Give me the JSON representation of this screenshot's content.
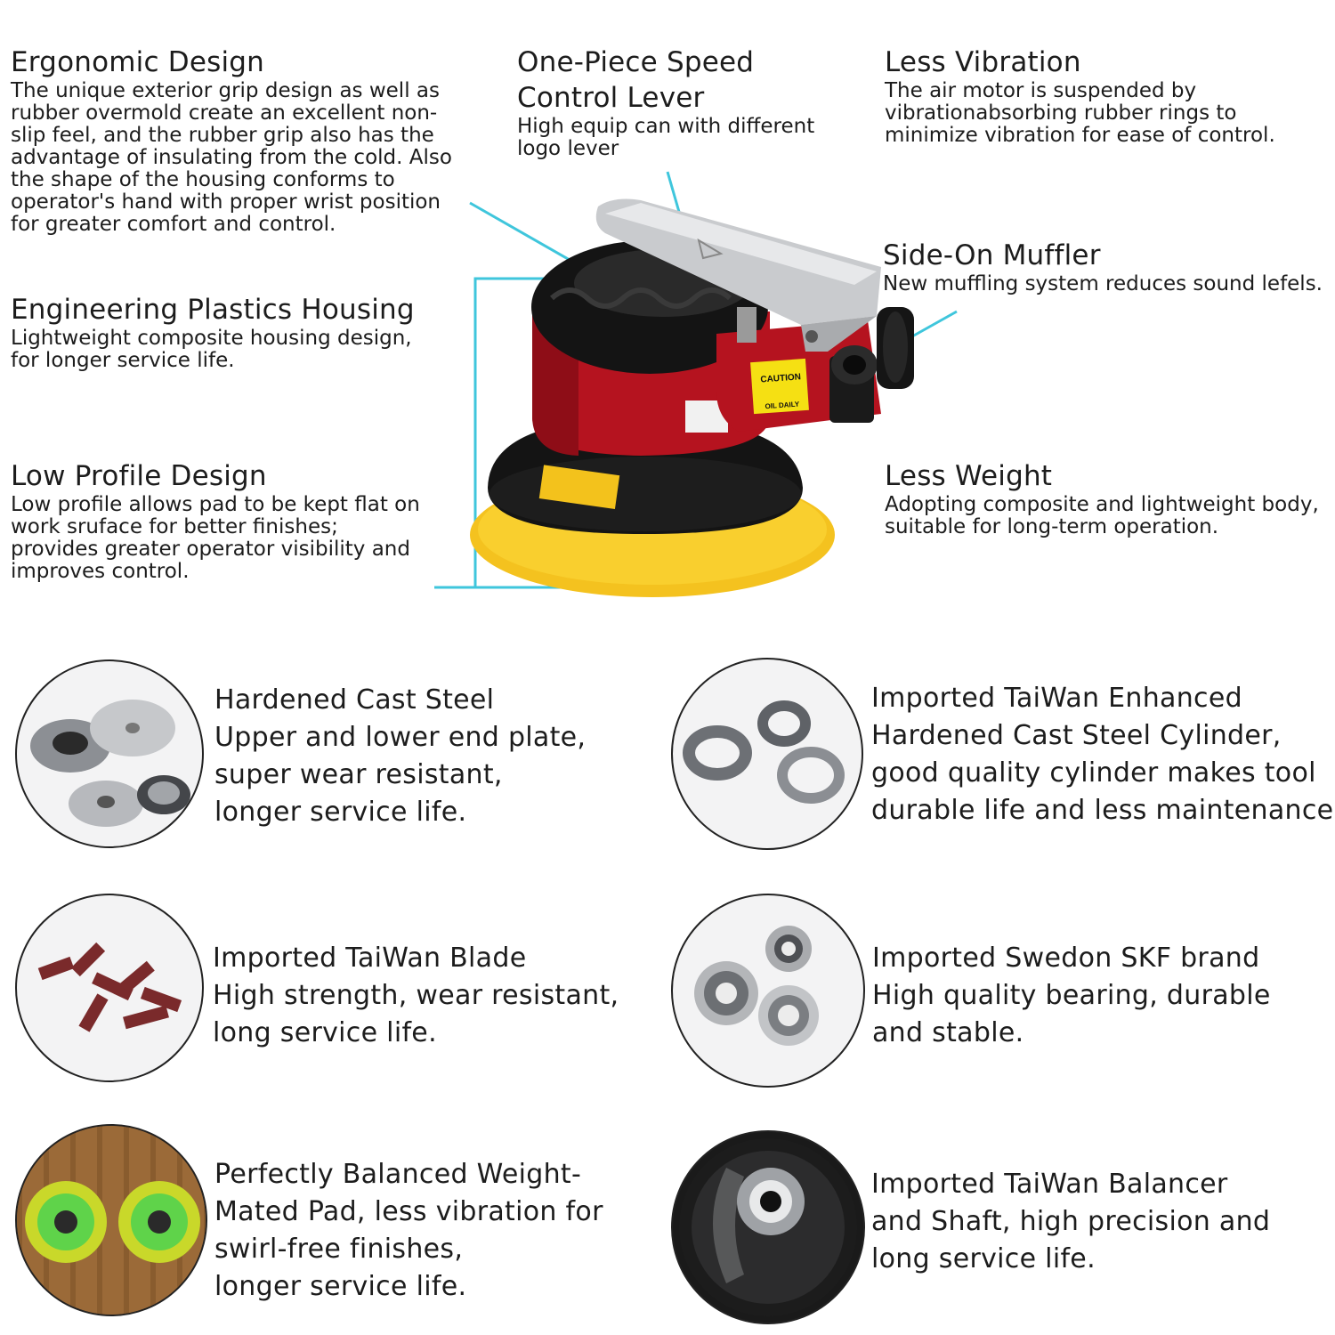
{
  "features": {
    "ergonomic": {
      "title": "Ergonomic Design",
      "desc": "The unique exterior grip design as well as rubber overmold create an excellent non-slip feel, and the rubber grip also has the advantage of insulating from the cold. Also the shape of the housing conforms to operator's hand with proper wrist position for greater comfort and control."
    },
    "speed_lever": {
      "title_line1": "One-Piece Speed",
      "title_line2": "Control Lever",
      "desc": "High equip can with different logo lever"
    },
    "less_vibration": {
      "title": "Less Vibration",
      "desc": "The air motor is suspended by vibrationabsorbing rubber rings to minimize vibration for ease of control."
    },
    "housing": {
      "title": "Engineering Plastics Housing",
      "desc": "Lightweight composite housing design, for longer service life."
    },
    "muffler": {
      "title": "Side-On Muffler",
      "desc": "New muffling system reduces sound lefels."
    },
    "low_profile": {
      "title": "Low Profile Design",
      "desc": "Low profile allows pad to be kept flat on work sruface for better finishes; provides greater operator visibility and improves control."
    },
    "less_weight": {
      "title": "Less Weight",
      "desc": "Adopting composite and lightweight body, suitable for long-term operation."
    }
  },
  "product": {
    "caution_label": "CAUTION",
    "caution_footer": "OIL DAILY"
  },
  "components": [
    {
      "title": "Hardened Cast Steel",
      "lines": [
        "Upper and lower end plate,",
        "super wear resistant,",
        "longer service life."
      ]
    },
    {
      "title": "Imported TaiWan Enhanced",
      "lines": [
        "Hardened Cast Steel Cylinder,",
        "good quality cylinder makes tool",
        "durable life and less maintenance."
      ]
    },
    {
      "title": "Imported TaiWan Blade",
      "lines": [
        "High strength, wear resistant,",
        "long service life."
      ]
    },
    {
      "title": "Imported Swedon SKF brand",
      "lines": [
        "High quality bearing, durable",
        "and stable."
      ]
    },
    {
      "title": "Perfectly Balanced Weight-",
      "lines": [
        "Mated Pad, less vibration for",
        "swirl-free finishes,",
        "longer service life."
      ]
    },
    {
      "title": "Imported TaiWan Balancer",
      "lines": [
        "and Shaft, high precision and",
        "long service life."
      ]
    }
  ],
  "colors": {
    "callout_line": "#3fc6dc",
    "body_red": "#b5131f",
    "pad_yellow": "#f4c21f"
  }
}
